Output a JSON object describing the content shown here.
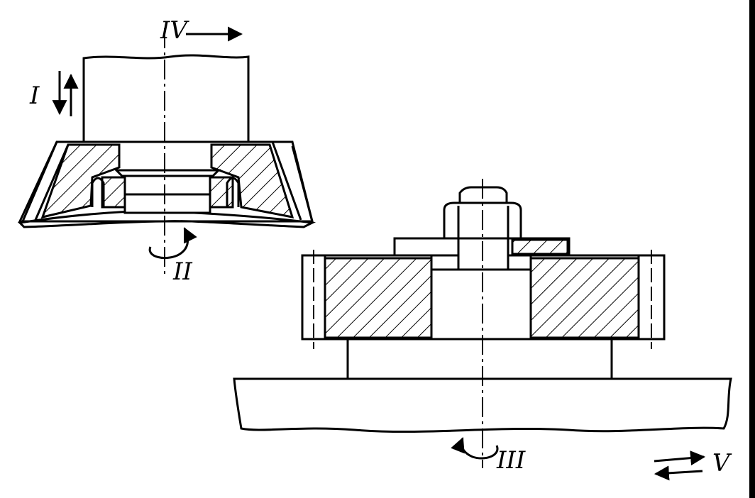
{
  "labels": {
    "motion_i": "I",
    "motion_ii": "II",
    "motion_iii": "III",
    "motion_iv": "IV",
    "motion_v": "V"
  },
  "colors": {
    "ink": "#000000",
    "paper": "#ffffff"
  }
}
